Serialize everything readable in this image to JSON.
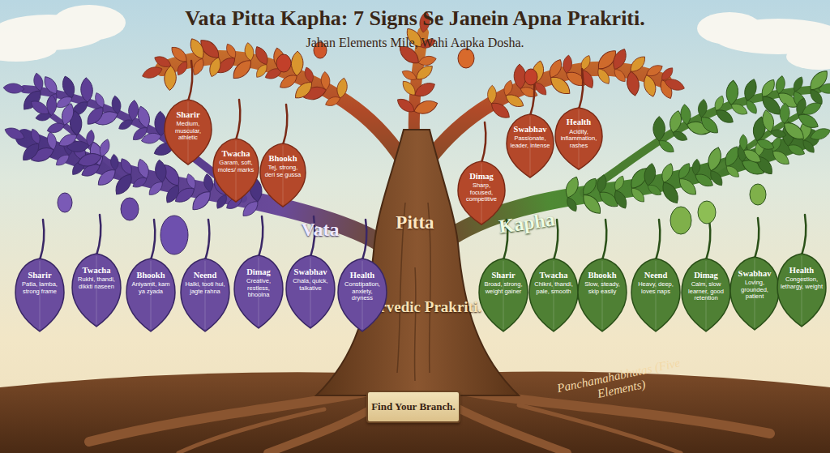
{
  "diagram": {
    "title": "Vata Pitta Kapha: 7 Signs Se Janein Apna Prakriti.",
    "nodes": [
      {
        "text": [
          "Sharir",
          "Patla, lamba, strong frame"
        ]
      },
      {
        "text": [
          "Twacha",
          "Rukhi, thandi, dikkti naseen"
        ]
      },
      {
        "text": [
          "Bhookh",
          "Aniyamit, kam ya zyada"
        ]
      },
      {
        "text": [
          "Neend",
          "Halki, tooti hui, jagte rahna"
        ]
      },
      {
        "text": [
          "Dimag",
          "Creative, restless, bhoolna"
        ]
      },
      {
        "text": [
          "Swabhav",
          "Chala, quick, talkative"
        ]
      },
      {
        "text": [
          "Health",
          "Constipation, anxiety, dryness"
        ]
      },
      {
        "text": [
          "Sharir",
          "Medium, muscular, athletic"
        ]
      },
      {
        "text": [
          "Twacha",
          "Garam, soft, moles/ marks"
        ]
      },
      {
        "text": [
          "Bhookh",
          "Tej, strong, deri se gussa"
        ]
      },
      {
        "text": [
          "Dimag",
          "Sharp, focused, competitive"
        ]
      },
      {
        "text": [
          "Swabhav",
          "Passionate, leader, intense"
        ]
      },
      {
        "text": [
          "Health",
          "Acidity, inflammation, rashes"
        ]
      },
      {
        "text": [
          "Sharir",
          "Broad, strong, weight gainer"
        ]
      },
      {
        "text": [
          "Twacha",
          "Chikni, thandi, pale, smooth"
        ]
      },
      {
        "text": [
          "Bhookh",
          "Slow, steady, skip easily"
        ]
      },
      {
        "text": [
          "Neend",
          "Heavy, deep, loves naps"
        ]
      },
      {
        "text": [
          "Dimag",
          "Calm, slow learner, good retention"
        ]
      },
      {
        "text": [
          "Swabhav",
          "Loving, grounded, patient"
        ]
      },
      {
        "text": [
          "Health",
          "Congestion, lethargy, weight"
        ]
      },
      {
        "text": [
          "Find Your Branch."
        ]
      }
    ],
    "labels": [
      "Jahan Elements Mile, Wahi Aapka Dosha.",
      "Vata",
      "Pitta",
      "Kapha",
      "Ayurvedic Prakriti.",
      "Panchamahabhutas (Five Elements)"
    ]
  }
}
